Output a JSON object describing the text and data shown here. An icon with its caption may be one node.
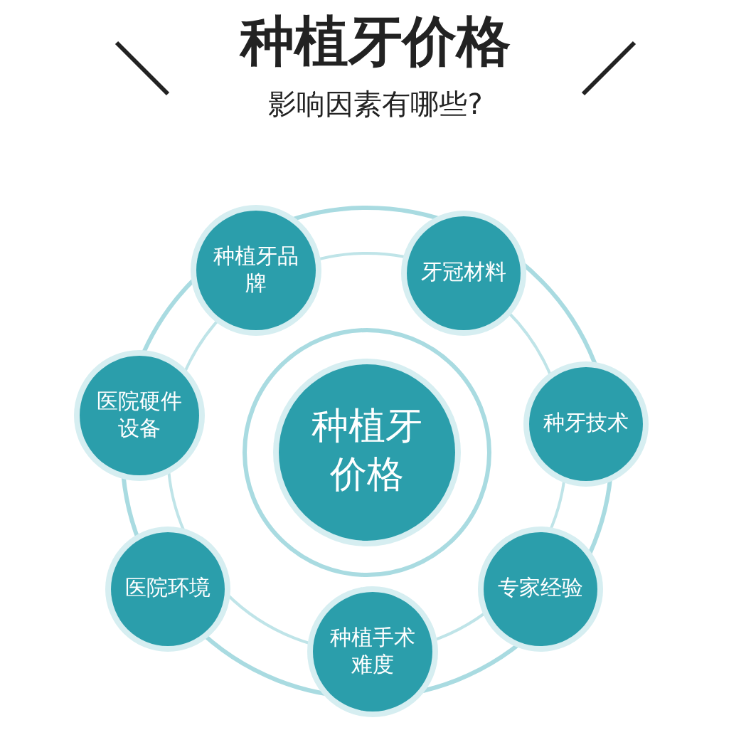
{
  "diagram": {
    "title": "种植牙价格",
    "nodes": [
      {
        "text": [
          "种植牙价格"
        ]
      },
      {
        "text": [
          "种植牙品牌"
        ]
      },
      {
        "text": [
          "牙冠材料"
        ]
      },
      {
        "text": [
          "医院硬件设备"
        ]
      },
      {
        "text": [
          "种牙技术"
        ]
      },
      {
        "text": [
          "医院环境"
        ]
      },
      {
        "text": [
          "专家经验"
        ]
      },
      {
        "text": [
          "种植手术难度"
        ]
      }
    ],
    "labels": [
      "影响因素有哪些?"
    ]
  }
}
